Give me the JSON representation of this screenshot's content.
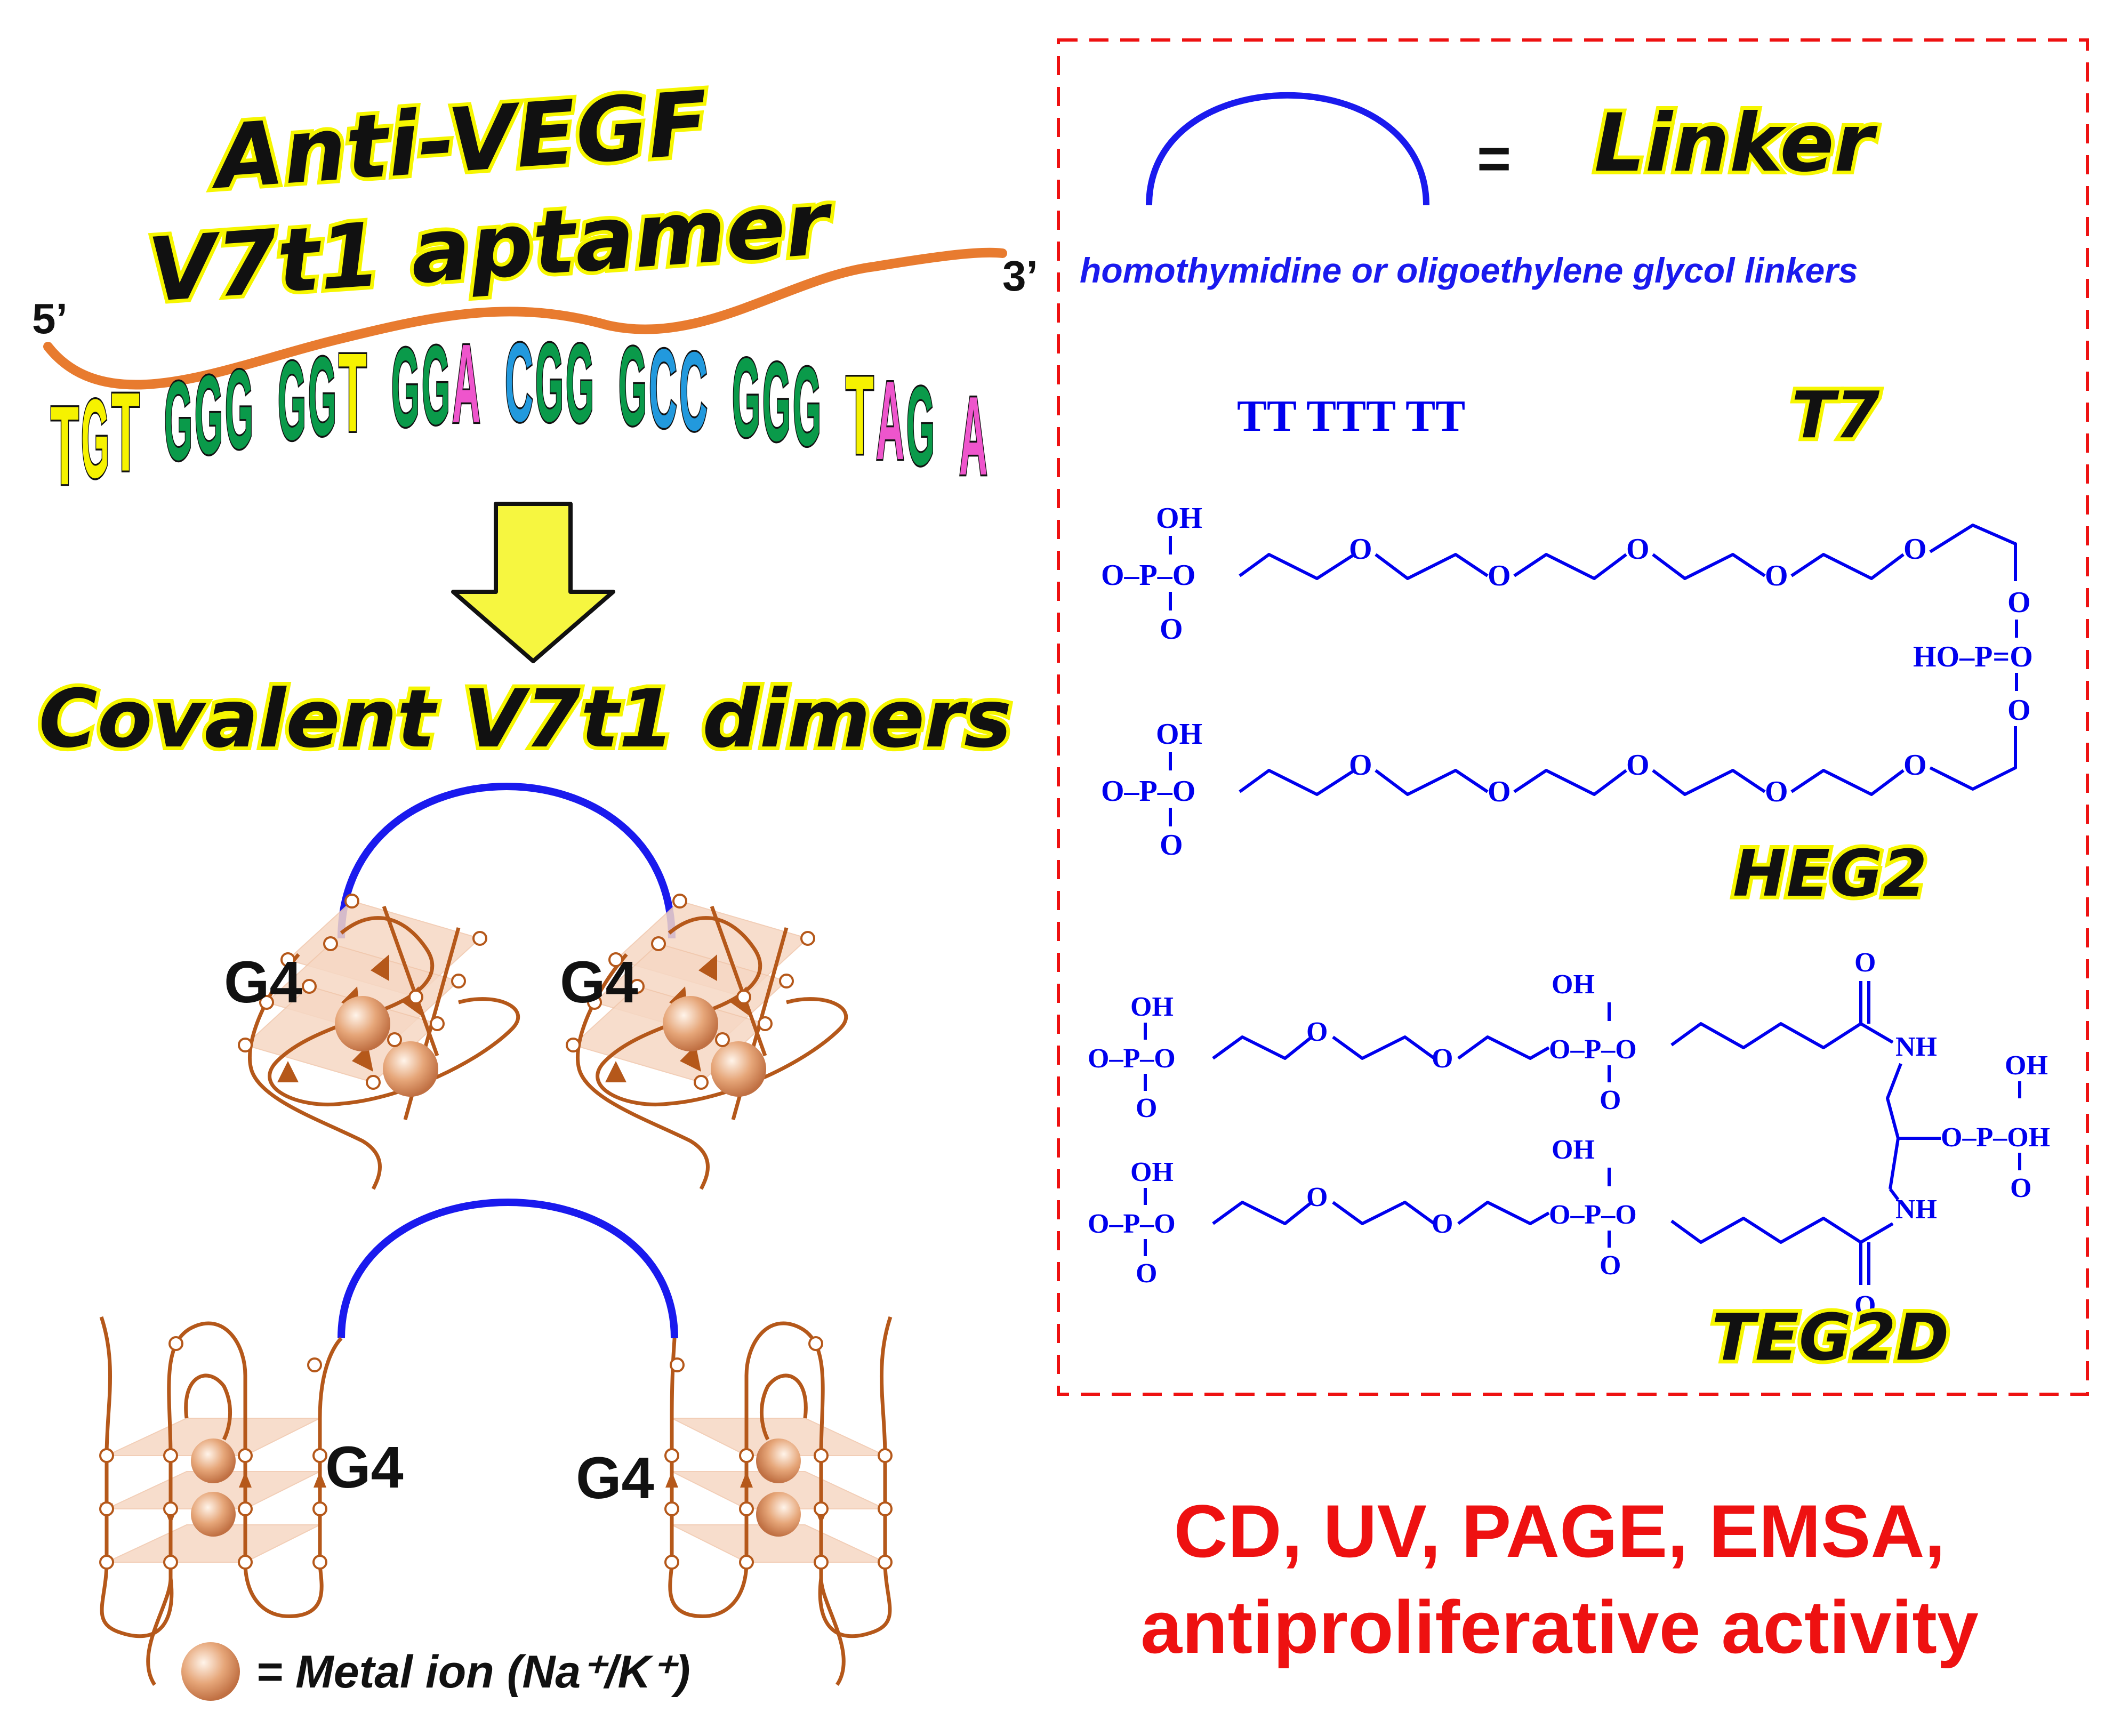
{
  "title_line1": "Anti-VEGF",
  "title_line2": "V7t1 aptamer",
  "end_5": "5’",
  "end_3": "3’",
  "sequence": [
    {
      "letters": "TGT",
      "colors": [
        "#f6f200",
        "#f6f200",
        "#f6f200"
      ]
    },
    {
      "letters": "GGG",
      "colors": [
        "#0a9a4a",
        "#0a9a4a",
        "#0a9a4a"
      ]
    },
    {
      "letters": "GGT",
      "colors": [
        "#0a9a4a",
        "#0a9a4a",
        "#f6f200"
      ]
    },
    {
      "letters": "GGA",
      "colors": [
        "#0a9a4a",
        "#0a9a4a",
        "#ee55cc"
      ]
    },
    {
      "letters": "CGG",
      "colors": [
        "#2299dd",
        "#0a9a4a",
        "#0a9a4a"
      ]
    },
    {
      "letters": "GCC",
      "colors": [
        "#0a9a4a",
        "#2299dd",
        "#2299dd"
      ]
    },
    {
      "letters": "GGG",
      "colors": [
        "#0a9a4a",
        "#0a9a4a",
        "#0a9a4a"
      ]
    },
    {
      "letters": "TAG",
      "colors": [
        "#f6f200",
        "#ee55cc",
        "#0a9a4a"
      ]
    },
    {
      "letters": "A",
      "colors": [
        "#ee55cc"
      ]
    }
  ],
  "dimers_title": "Covalent V7t1 dimers",
  "g4_label": "G4",
  "metal_legend": "= Metal ion (Na⁺/K⁺)",
  "linker_equals": "=",
  "linker_title": "Linker",
  "linker_subtitle": "homothymidine or oligoethylene glycol linkers",
  "t7_sequence": "TT TTT TT",
  "t7_label": "T7",
  "heg2_label": "HEG2",
  "teg2d_label": "TEG2D",
  "chem": {
    "oh": "OH",
    "o": "O",
    "p": "P",
    "oxy_left": "O–P–O",
    "ho_p_o": "HO–P=O",
    "o_p_o": "O–P–O",
    "nh": "NH",
    "o_p_oh": "O–P–OH"
  },
  "methods_line1": "CD, UV, PAGE, EMSA,",
  "methods_line2": "antiproliferative activity",
  "colors": {
    "linker_blue": "#1a1aee",
    "strand_orange": "#e87b2f",
    "box_red": "#ee1111",
    "arrow_yellow": "#f6f640",
    "ion": "#e6a679"
  }
}
